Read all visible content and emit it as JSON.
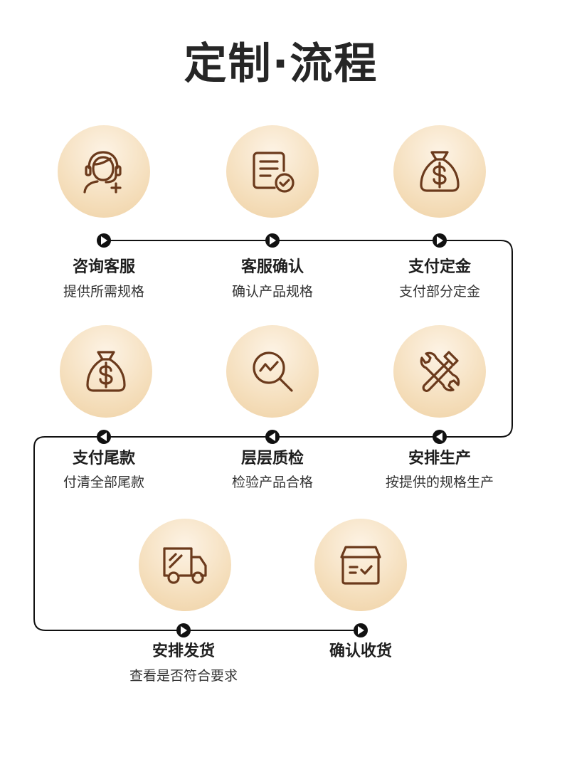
{
  "title": "定制·流程",
  "colors": {
    "icon": "#6b3a1c",
    "line": "#111111",
    "circle": "#f5dfbd"
  },
  "steps": [
    {
      "title": "咨询客服",
      "desc": "提供所需规格",
      "icon": "headset-user-icon"
    },
    {
      "title": "客服确认",
      "desc": "确认产品规格",
      "icon": "document-check-icon"
    },
    {
      "title": "支付定金",
      "desc": "支付部分定金",
      "icon": "money-bag-icon"
    },
    {
      "title": "支付尾款",
      "desc": "付清全部尾款",
      "icon": "money-bag-icon"
    },
    {
      "title": "层层质检",
      "desc": "检验产品合格",
      "icon": "magnifier-chart-icon"
    },
    {
      "title": "安排生产",
      "desc": "按提供的规格生产",
      "icon": "tools-icon"
    },
    {
      "title": "安排发货",
      "desc": "查看是否符合要求",
      "icon": "delivery-truck-icon"
    },
    {
      "title": "确认收货",
      "desc": "",
      "icon": "package-box-icon"
    }
  ]
}
